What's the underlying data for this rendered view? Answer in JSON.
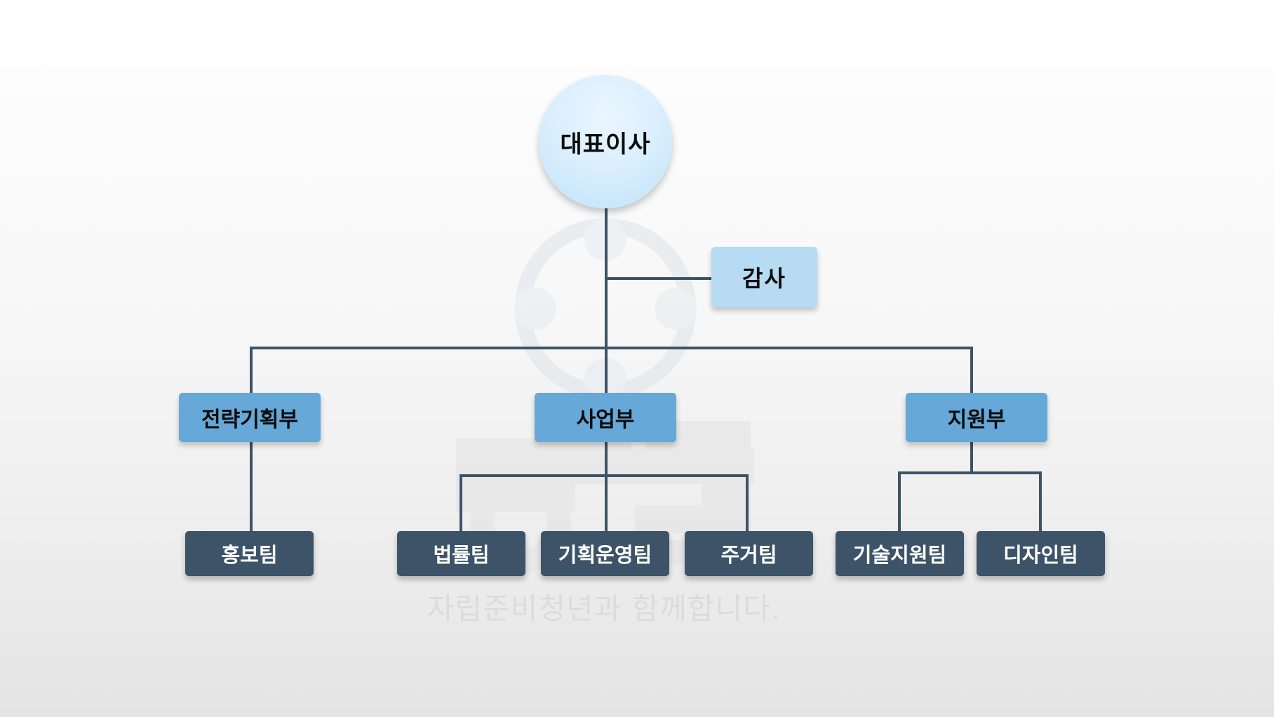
{
  "org_chart": {
    "ceo": {
      "label": "대표이사"
    },
    "audit": {
      "label": "감사"
    },
    "departments": [
      {
        "label": "전략기획부",
        "teams": [
          {
            "label": "홍보팀"
          }
        ]
      },
      {
        "label": "사업부",
        "teams": [
          {
            "label": "법률팀"
          },
          {
            "label": "기획운영팀"
          },
          {
            "label": "주거팀"
          }
        ]
      },
      {
        "label": "지원부",
        "teams": [
          {
            "label": "기술지원팀"
          },
          {
            "label": "디자인팀"
          }
        ]
      }
    ]
  },
  "watermark": {
    "logo_text": "한람",
    "tagline": "자립준비청년과 함께합니다."
  },
  "colors": {
    "ceo_fill": "#dbeffd",
    "audit_fill": "#b6dbf2",
    "department_fill": "#66a8d8",
    "team_fill": "#3d5368",
    "connector": "#3d5368",
    "watermark": "#dcdcdc"
  }
}
